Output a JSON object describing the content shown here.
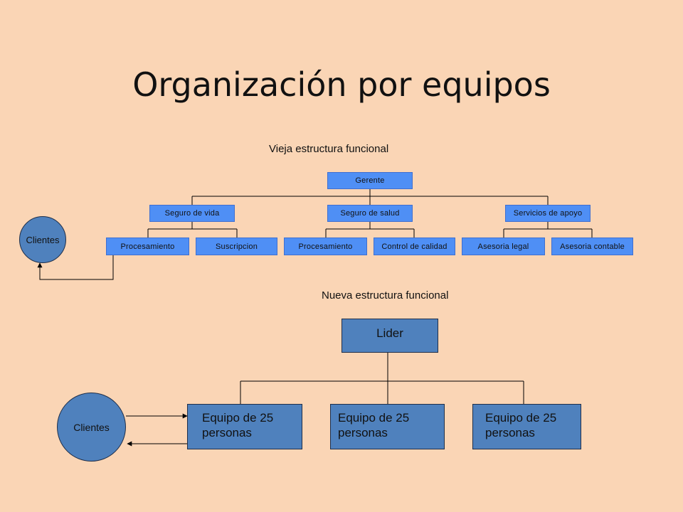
{
  "title": "Organización por equipos",
  "old_structure": {
    "caption": "Vieja estructura funcional",
    "manager": "Gerente",
    "departments": [
      "Seguro de vida",
      "Seguro de salud",
      "Servicios de apoyo"
    ],
    "units": [
      "Procesamiento",
      "Suscripcion",
      "Procesamiento",
      "Control de calidad",
      "Asesoria legal",
      "Asesoria contable"
    ],
    "client": "Clientes"
  },
  "new_structure": {
    "caption": "Nueva estructura funcional",
    "leader": "Lider",
    "teams": [
      "Equipo de 25 personas",
      "Equipo de 25 personas",
      "Equipo de 25 personas"
    ],
    "client": "Clientes"
  }
}
